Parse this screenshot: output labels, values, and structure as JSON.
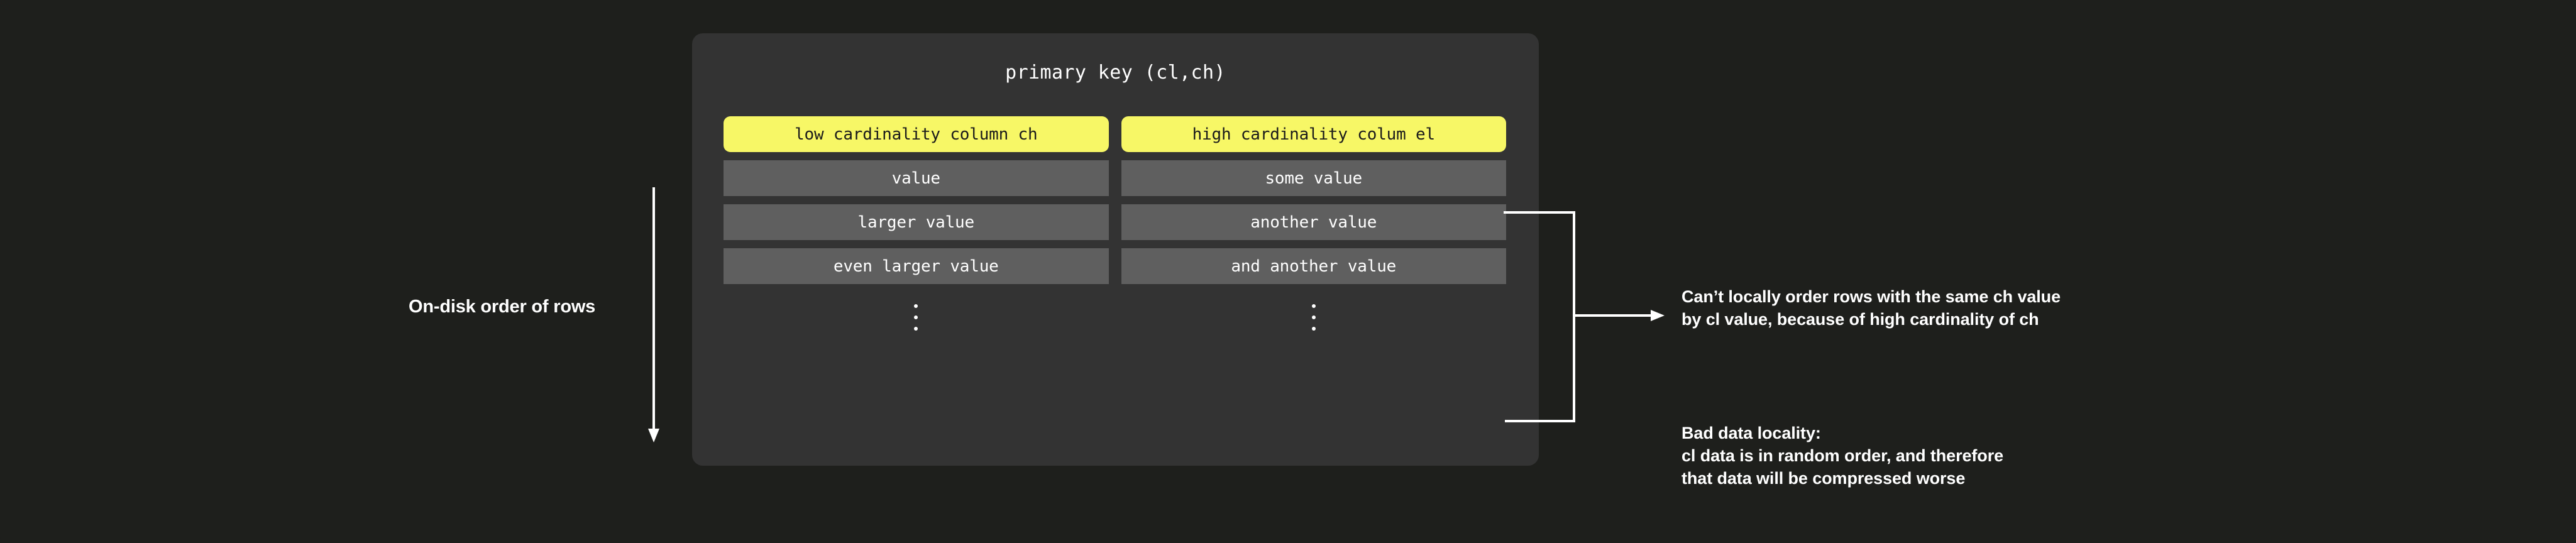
{
  "theme": {
    "page_bg": "#1e1f1c",
    "card_bg": "#333333",
    "header_yellow": "#f7f766",
    "cell_gray": "#5f5f5f",
    "text_light": "#ffffff",
    "text_dark": "#1b1b1b"
  },
  "left_annotation": {
    "label": "On-disk order of rows",
    "arrow_direction": "down",
    "arrow_icon": "arrow-down-icon"
  },
  "card": {
    "title": "primary key (cl,ch)",
    "columns": [
      {
        "header": "low cardinality column ch",
        "cells": [
          "value",
          "larger value",
          "even larger value"
        ],
        "ellipsis": "vertical-ellipsis"
      },
      {
        "header": "high cardinality colum el",
        "cells": [
          "some value",
          "another value",
          "and another value"
        ],
        "ellipsis": "vertical-ellipsis"
      }
    ]
  },
  "connector": {
    "type": "bracket-with-arrow",
    "arrow_icon": "arrow-right-icon"
  },
  "notes": [
    {
      "id": "ordering-note",
      "text": "Can’t locally order rows with the same ch value\nby cl value, because of high cardinality of ch"
    },
    {
      "id": "locality-note",
      "text": "Bad data locality:\ncl data is in random order, and therefore\nthat data will be compressed worse"
    }
  ]
}
